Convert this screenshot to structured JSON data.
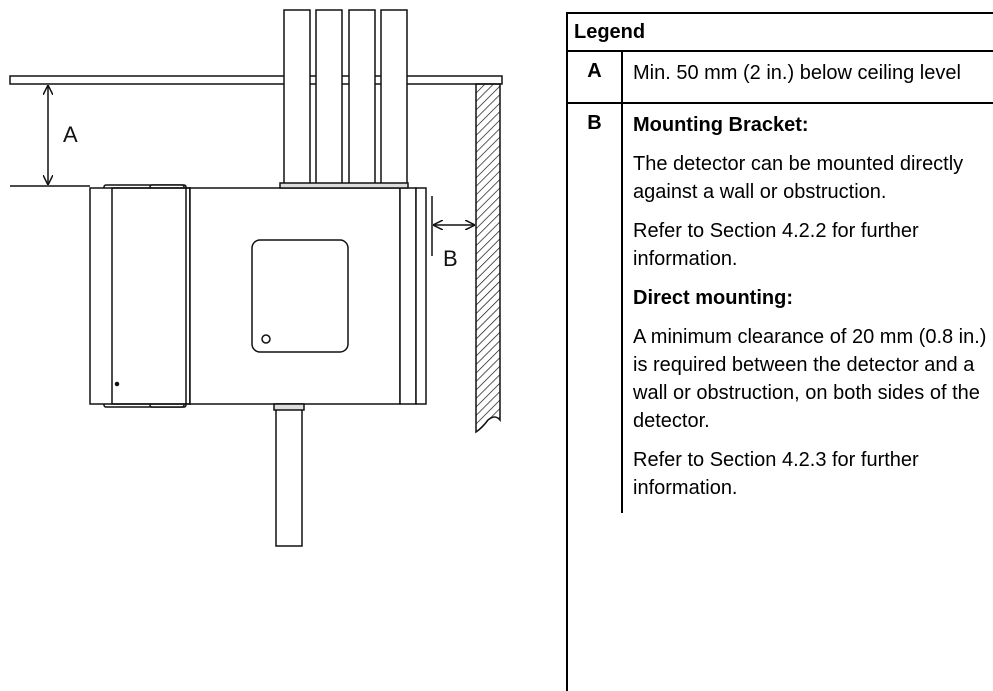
{
  "diagram": {
    "label_a": "A",
    "label_b": "B"
  },
  "legend": {
    "title": "Legend",
    "rows": [
      {
        "key": "A",
        "paragraphs": [
          "Min. 50 mm (2 in.) below ceiling level"
        ]
      },
      {
        "key": "B",
        "heading1": "Mounting Bracket:",
        "bracket_text": "The detector can be mounted directly against a wall or obstruction.",
        "bracket_ref": "Refer to Section 4.2.2 for further information.",
        "heading2": "Direct mounting:",
        "direct_text": "A minimum clearance of 20 mm (0.8 in.) is required between the detector and a wall or obstruction, on both sides of the detector.",
        "direct_ref": "Refer to Section 4.2.3 for further information."
      }
    ]
  }
}
